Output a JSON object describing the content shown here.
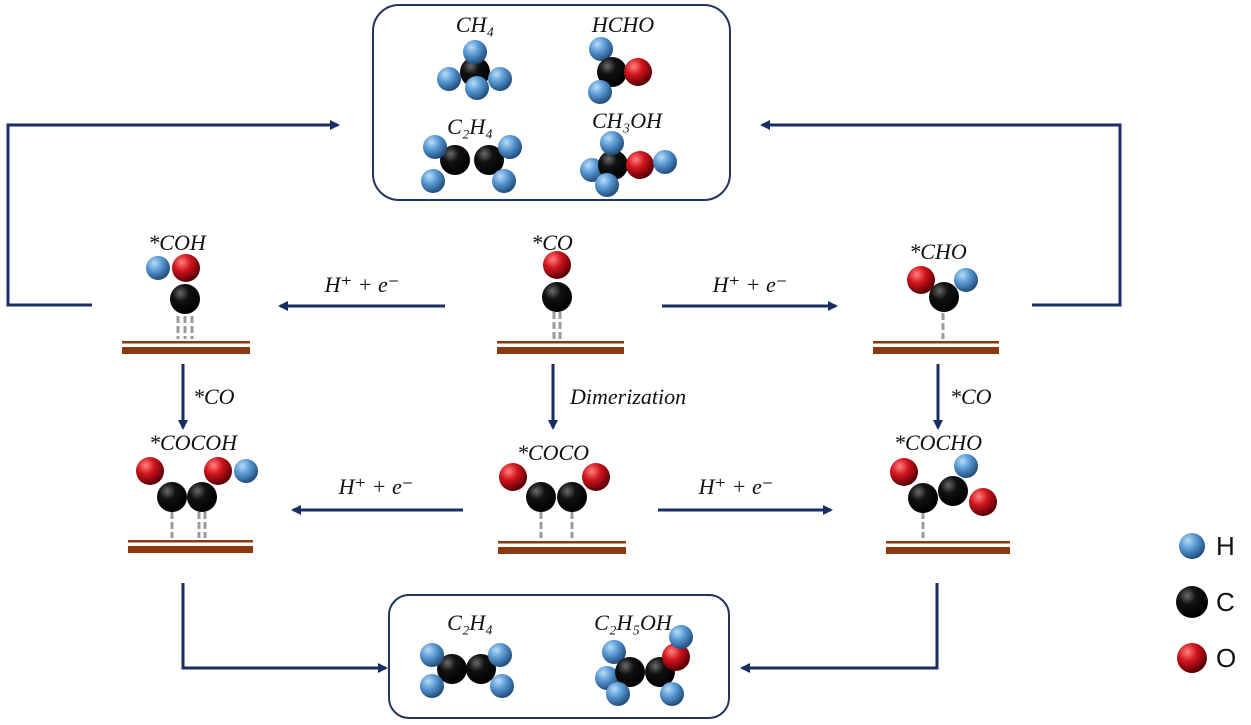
{
  "colors": {
    "hydrogen": "#5b9bd5",
    "carbon": "#111111",
    "oxygen": "#d0141c",
    "arrow": "#1a2e63",
    "surface": "#8b3a10",
    "box_border": "#23335f"
  },
  "top_products": {
    "items": [
      "CH₄",
      "HCHO",
      "C₂H₄",
      "CH₃OH"
    ]
  },
  "bottom_products": {
    "items": [
      "C₂H₄",
      "C₂H₅OH"
    ]
  },
  "intermediates": {
    "coh": "*COH",
    "co": "*CO",
    "cho": "*CHO",
    "cocoh": "*COCOH",
    "coco": "*COCO",
    "cocho": "*COCHO"
  },
  "arrows": {
    "hydrogenation": "H⁺ + e⁻",
    "co_addition": "*CO",
    "dimerization": "Dimerization"
  },
  "legend": [
    {
      "symbol": "H",
      "element": "hydrogen"
    },
    {
      "symbol": "C",
      "element": "carbon"
    },
    {
      "symbol": "O",
      "element": "oxygen"
    }
  ]
}
